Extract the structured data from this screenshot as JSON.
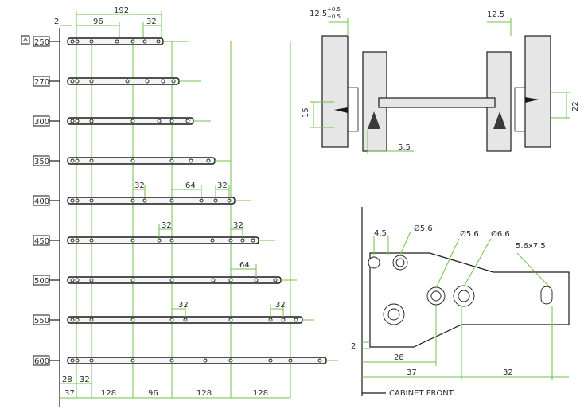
{
  "rail_chart": {
    "toggle_icon": "caret-up-icon",
    "lengths": [
      "250",
      "270",
      "300",
      "350",
      "400",
      "450",
      "500",
      "550",
      "600"
    ],
    "top_dims": [
      "2",
      "96",
      "192",
      "32"
    ],
    "hole_dims": [
      {
        "row": "400",
        "labels": [
          "32",
          "64",
          "32"
        ]
      },
      {
        "row": "450",
        "labels": [
          "32",
          "32"
        ]
      },
      {
        "row": "500",
        "labels": [
          "64"
        ]
      },
      {
        "row": "550",
        "labels": [
          "32",
          "32"
        ]
      }
    ],
    "bottom_small": [
      "28",
      "32"
    ],
    "bottom_dims": [
      "37",
      "128",
      "96",
      "128",
      "128"
    ]
  },
  "section_view": {
    "left_gap": "12.5",
    "left_tol_plus": "+0.5",
    "left_tol_minus": "−0.5",
    "right_gap": "12.5",
    "height_left": "15",
    "height_right": "22",
    "offset": "5.5"
  },
  "detail_view": {
    "dims": [
      "4.5",
      "Ø5.6",
      "Ø5.6",
      "Ø6.6",
      "5.6x7.5",
      "2",
      "28",
      "37",
      "32"
    ],
    "cabinet_front": "CABINET FRONT"
  },
  "colors": {
    "dimension": "#6fc24a",
    "line": "#1a1a1a",
    "fill": "#e6e6e6"
  }
}
